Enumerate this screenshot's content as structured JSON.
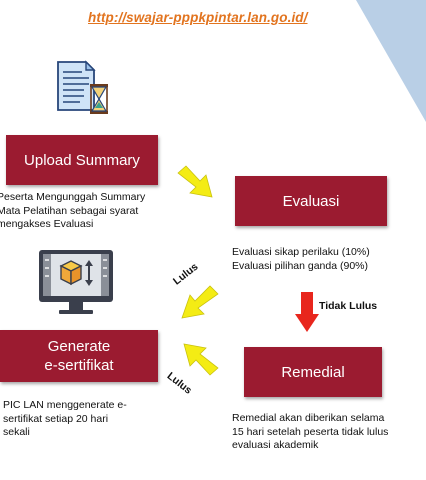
{
  "header": {
    "url": "http://swajar-pppkpintar.lan.go.id/"
  },
  "nodes": {
    "upload": {
      "label": "Upload Summary",
      "desc": [
        "Peserta Mengunggah Summary",
        "Mata Pelatihan sebagai syarat",
        "mengakses Evaluasi"
      ]
    },
    "evaluasi": {
      "label": "Evaluasi",
      "desc": [
        "Evaluasi sikap perilaku (10%)",
        "Evaluasi pilihan ganda (90%)"
      ]
    },
    "remedial": {
      "label": "Remedial",
      "desc": [
        "Remedial akan diberikan selama",
        "15 hari setelah peserta tidak lulus",
        "evaluasi akademik"
      ]
    },
    "generate": {
      "label": "Generate\ne-sertifikat",
      "desc": [
        "PIC LAN menggenerate e-",
        "sertifikat setiap 20 hari",
        "sekali"
      ]
    }
  },
  "arrows": {
    "lulus_label": "Lulus",
    "tidak_lulus_label": "Tidak Lulus"
  },
  "colors": {
    "box": "#9b1b30",
    "url": "#e2741f",
    "yellow_arrow": "#f4ec14",
    "red_arrow": "#e8261d",
    "corner": "#b9cfe6"
  },
  "icons": [
    "document-hourglass-icon",
    "monitor-box-icon"
  ]
}
